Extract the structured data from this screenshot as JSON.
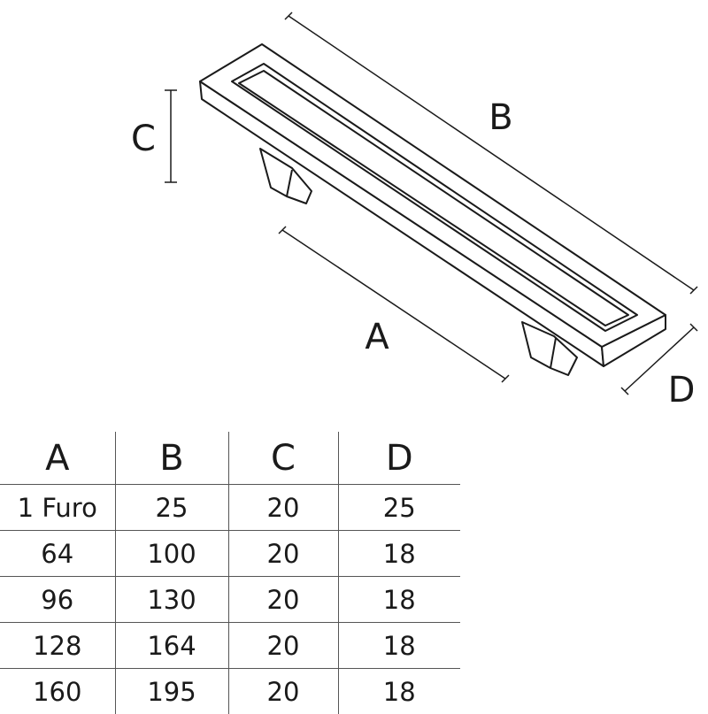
{
  "drawing": {
    "dimension_labels": {
      "a": "A",
      "b": "B",
      "c": "C",
      "d": "D"
    },
    "line_color": "#1a1a1a"
  },
  "table": {
    "headers": [
      "A",
      "B",
      "C",
      "D"
    ],
    "rows": [
      [
        "1 Furo",
        "25",
        "20",
        "25"
      ],
      [
        "64",
        "100",
        "20",
        "18"
      ],
      [
        "96",
        "130",
        "20",
        "18"
      ],
      [
        "128",
        "164",
        "20",
        "18"
      ],
      [
        "160",
        "195",
        "20",
        "18"
      ]
    ]
  }
}
